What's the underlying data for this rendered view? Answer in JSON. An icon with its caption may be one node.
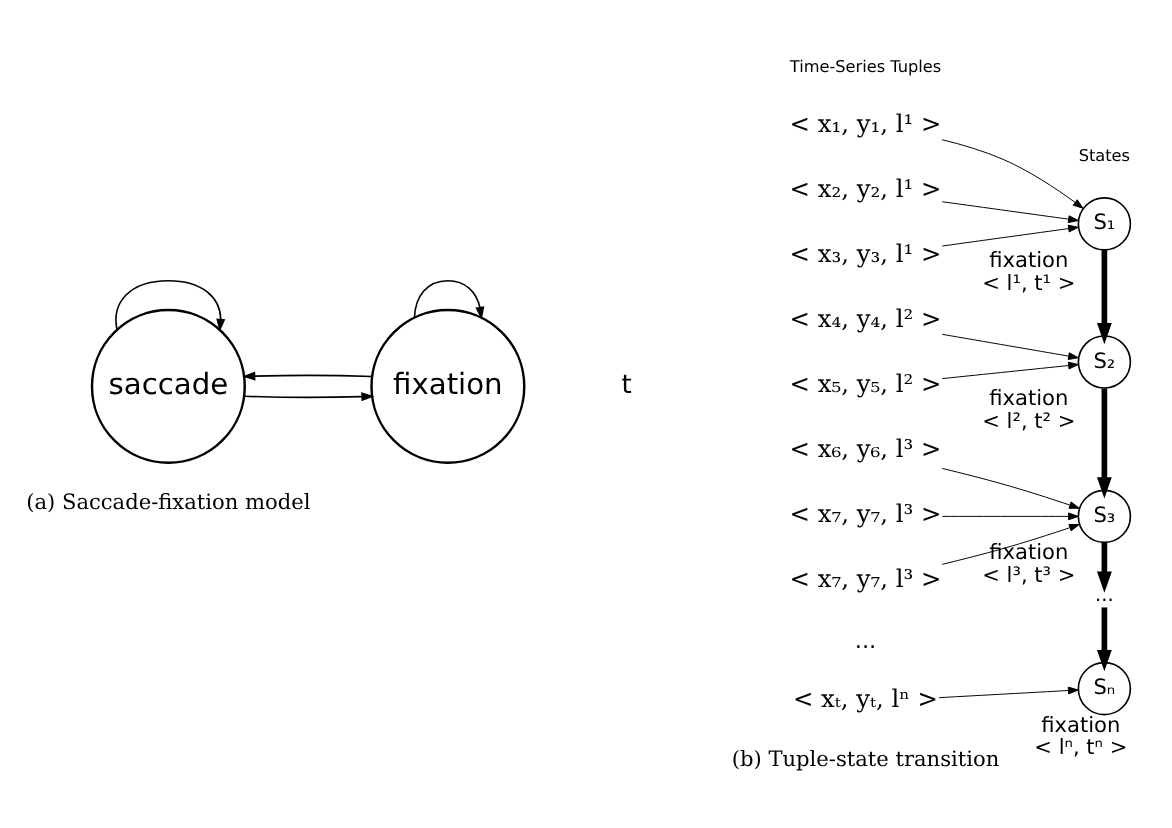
{
  "diagram": {
    "nodes": [
      {
        "text": [
          "saccade"
        ]
      },
      {
        "text": [
          "fixation"
        ]
      },
      {
        "text": [
          "< x₁, y₁, l¹ >"
        ]
      },
      {
        "text": [
          "< x₂, y₂, l¹ >"
        ]
      },
      {
        "text": [
          "< x₃, y₃, l¹ >"
        ]
      },
      {
        "text": [
          "< x₄, y₄, l² >"
        ]
      },
      {
        "text": [
          "< x₅, y₅, l² >"
        ]
      },
      {
        "text": [
          "< x₆, y₆, l³ >"
        ]
      },
      {
        "text": [
          "< x₇, y₇, l³ >"
        ]
      },
      {
        "text": [
          "< x₇, y₇, l³ >"
        ]
      },
      {
        "text": [
          "< xₜ, yₜ, lⁿ >"
        ]
      },
      {
        "text": [
          "S₁"
        ],
        "beside": [
          "fixation",
          "< l¹, t¹ >"
        ]
      },
      {
        "text": [
          "S₂"
        ],
        "beside": [
          "fixation",
          "< l², t² >"
        ]
      },
      {
        "text": [
          "S₃"
        ],
        "beside": [
          "fixation",
          "< l³, t³ >"
        ]
      },
      {
        "text": [
          "..."
        ]
      },
      {
        "text": [
          "Sₙ"
        ],
        "beside": [
          "fixation",
          "< lⁿ, tⁿ >"
        ]
      }
    ],
    "edges": [
      {
        "from": 0,
        "to": 0,
        "arrow": "to"
      },
      {
        "from": 1,
        "to": 1,
        "arrow": "to"
      },
      {
        "from": 0,
        "to": 1,
        "arrow": "to"
      },
      {
        "from": 1,
        "to": 0,
        "arrow": "to"
      },
      {
        "from": 2,
        "to": 11,
        "arrow": "to"
      },
      {
        "from": 3,
        "to": 11,
        "arrow": "to"
      },
      {
        "from": 4,
        "to": 11,
        "arrow": "to"
      },
      {
        "from": 5,
        "to": 12,
        "arrow": "to"
      },
      {
        "from": 6,
        "to": 12,
        "arrow": "to"
      },
      {
        "from": 7,
        "to": 13,
        "arrow": "to"
      },
      {
        "from": 8,
        "to": 13,
        "arrow": "to"
      },
      {
        "from": 9,
        "to": 13,
        "arrow": "to"
      },
      {
        "from": 10,
        "to": 15,
        "arrow": "to"
      },
      {
        "from": 11,
        "to": 12,
        "arrow": "to",
        "style": "thick"
      },
      {
        "from": 12,
        "to": 13,
        "arrow": "to",
        "style": "thick"
      },
      {
        "from": 13,
        "to": 14,
        "arrow": "to",
        "style": "thick"
      },
      {
        "from": 14,
        "to": 15,
        "arrow": "to",
        "style": "thick"
      }
    ],
    "labels": [
      "Time-Series Tuples",
      "States",
      "t",
      "...",
      "(a) Saccade-fixation model",
      "(b) Tuple-state transition"
    ]
  }
}
